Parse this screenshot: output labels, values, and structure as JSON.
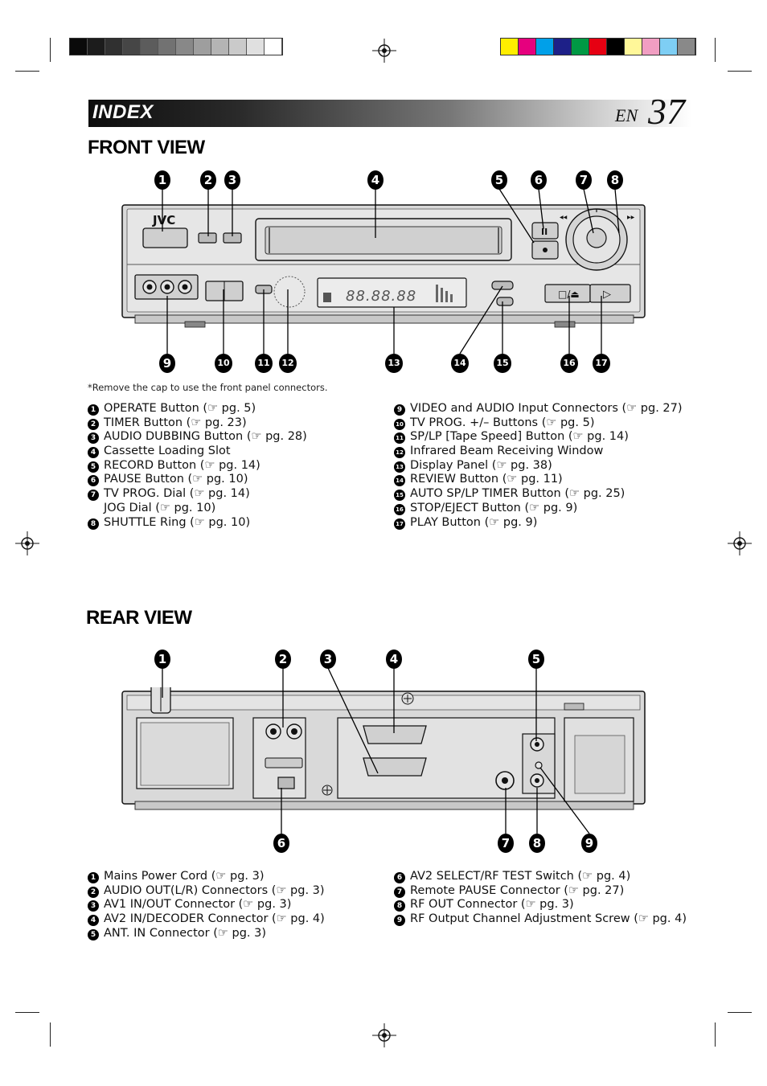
{
  "header": {
    "banner": "INDEX",
    "lang": "EN",
    "page_number": "37"
  },
  "front": {
    "title": "FRONT VIEW",
    "brand": "JVC",
    "note": "*Remove the cap to use the front panel connectors.",
    "left_list": [
      {
        "num": "1",
        "text": "OPERATE Button (☞ pg. 5)"
      },
      {
        "num": "2",
        "text": "TIMER Button (☞ pg. 23)"
      },
      {
        "num": "3",
        "text": "AUDIO DUBBING Button (☞ pg. 28)"
      },
      {
        "num": "4",
        "text": "Cassette Loading Slot"
      },
      {
        "num": "5",
        "text": "RECORD Button (☞ pg. 14)"
      },
      {
        "num": "6",
        "text": "PAUSE Button (☞ pg. 10)"
      },
      {
        "num": "7",
        "text": "TV PROG. Dial (☞ pg. 14)"
      },
      {
        "num": "",
        "text": "JOG Dial (☞ pg. 10)"
      },
      {
        "num": "8",
        "text": "SHUTTLE Ring (☞ pg. 10)"
      }
    ],
    "right_list": [
      {
        "num": "9",
        "text": "VIDEO and AUDIO Input Connectors (☞ pg. 27)"
      },
      {
        "num": "10",
        "text": "TV PROG. +/– Buttons (☞ pg. 5)"
      },
      {
        "num": "11",
        "text": "SP/LP [Tape Speed] Button (☞ pg. 14)"
      },
      {
        "num": "12",
        "text": "Infrared Beam Receiving Window"
      },
      {
        "num": "13",
        "text": "Display Panel (☞ pg. 38)"
      },
      {
        "num": "14",
        "text": "REVIEW Button (☞ pg. 11)"
      },
      {
        "num": "15",
        "text": "AUTO SP/LP TIMER Button (☞ pg. 25)"
      },
      {
        "num": "16",
        "text": "STOP/EJECT Button (☞ pg. 9)"
      },
      {
        "num": "17",
        "text": "PLAY Button (☞ pg. 9)"
      }
    ],
    "callouts_top": [
      "1",
      "2",
      "3",
      "4",
      "5",
      "6",
      "7",
      "8"
    ],
    "callouts_bottom": [
      "9",
      "10",
      "11",
      "12",
      "13",
      "14",
      "15",
      "16",
      "17"
    ]
  },
  "rear": {
    "title": "REAR VIEW",
    "left_list": [
      {
        "num": "1",
        "text": "Mains Power Cord (☞ pg. 3)"
      },
      {
        "num": "2",
        "text": "AUDIO OUT(L/R) Connectors (☞ pg. 3)"
      },
      {
        "num": "3",
        "text": "AV1 IN/OUT Connector (☞ pg. 3)"
      },
      {
        "num": "4",
        "text": "AV2 IN/DECODER Connector (☞ pg. 4)"
      },
      {
        "num": "5",
        "text": "ANT. IN Connector (☞ pg. 3)"
      }
    ],
    "right_list": [
      {
        "num": "6",
        "text": "AV2 SELECT/RF TEST Switch (☞ pg. 4)"
      },
      {
        "num": "7",
        "text": "Remote PAUSE Connector (☞ pg. 27)"
      },
      {
        "num": "8",
        "text": "RF OUT Connector (☞ pg. 3)"
      },
      {
        "num": "9",
        "text": "RF Output Channel Adjustment Screw (☞ pg. 4)"
      }
    ],
    "callouts_top": [
      "1",
      "2",
      "3",
      "4",
      "5"
    ],
    "callouts_bottom": [
      "6",
      "7",
      "8",
      "9"
    ]
  },
  "colors": {
    "gray_scale": [
      "#0a0a0a",
      "#1c1c1c",
      "#303030",
      "#464646",
      "#5c5c5c",
      "#727272",
      "#888888",
      "#9e9e9e",
      "#b4b4b4",
      "#cacaca",
      "#e0e0e0",
      "#ffffff"
    ],
    "color_bar": [
      "#ffee00",
      "#e6007e",
      "#00a0e9",
      "#1d2088",
      "#009944",
      "#e60012",
      "#000000",
      "#fff799",
      "#f19ec2",
      "#7ecef4",
      "#898989"
    ]
  }
}
